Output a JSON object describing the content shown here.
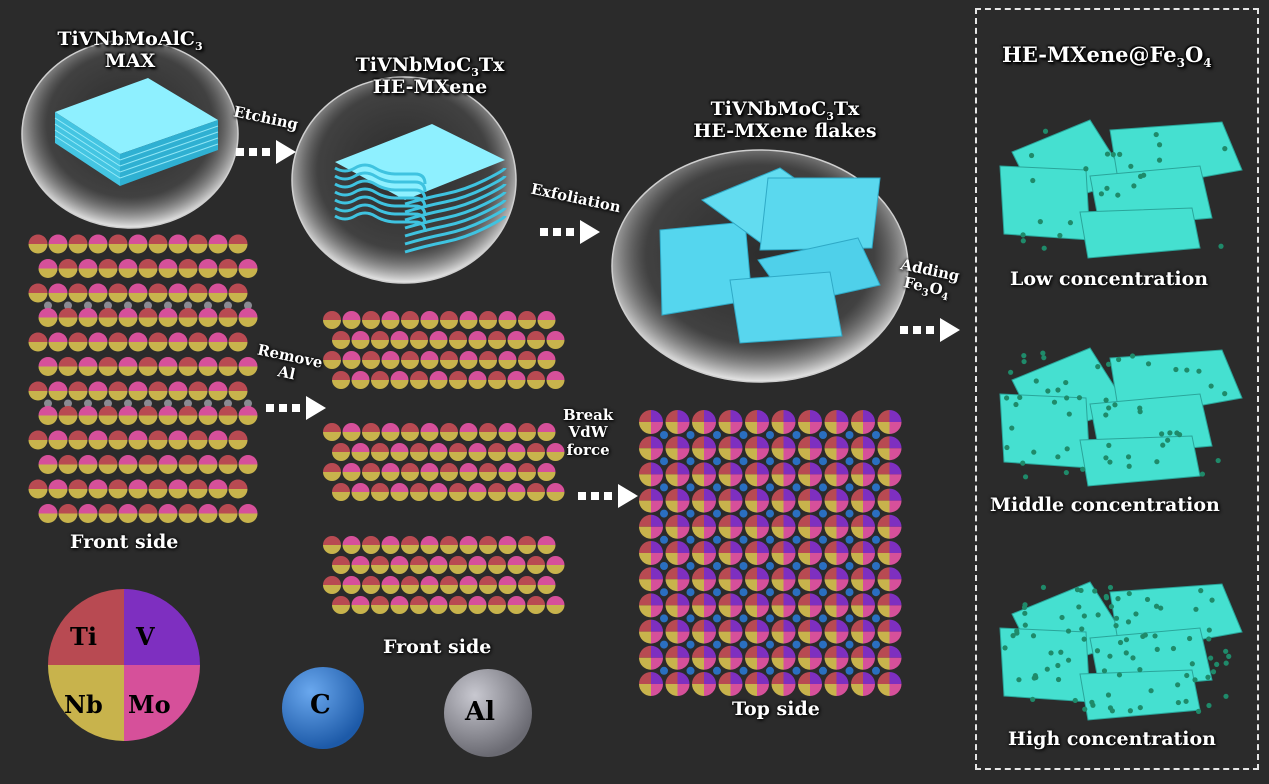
{
  "max": {
    "formula": "TiVNbMoAlC",
    "sub": "3",
    "name": "MAX"
  },
  "hemxene": {
    "formula_a": "TiVNbMoC",
    "sub": "3",
    "formula_b": "Tx",
    "name": "HE-MXene"
  },
  "flakes": {
    "formula_a": "TiVNbMoC",
    "sub": "3",
    "formula_b": "Tx",
    "name": "HE-MXene flakes"
  },
  "steps": {
    "etching": "Etching",
    "exfoliation": "Exfoliation",
    "adding": "Adding",
    "adding_chem_a": "Fe",
    "adding_sub_a": "3",
    "adding_chem_b": "O",
    "adding_sub_b": "4",
    "remove_1": "Remove",
    "remove_2": "Al",
    "break_1": "Break",
    "break_2": "VdW",
    "break_3": "force"
  },
  "captions": {
    "front_side_left": "Front side",
    "front_side_mid": "Front side",
    "top_side": "Top side"
  },
  "composite": {
    "title_a": "HE-MXene@Fe",
    "title_sub_a": "3",
    "title_b": "O",
    "title_sub_b": "4",
    "low": "Low concentration",
    "middle": "Middle concentration",
    "high": "High concentration"
  },
  "legend": {
    "ti": "Ti",
    "v": "V",
    "nb": "Nb",
    "mo": "Mo",
    "c": "C",
    "al": "Al"
  },
  "colors": {
    "background": "#2b2b2b",
    "mxene": "#55d6ee",
    "composite": "#45e0d0",
    "ti": "#b84a52",
    "v": "#7e2fc0",
    "nb": "#c8b34c",
    "mo": "#d6509a",
    "c": "#2a6fc0",
    "al": "#8a8a92"
  }
}
